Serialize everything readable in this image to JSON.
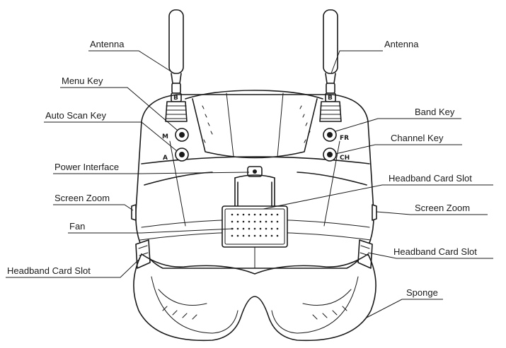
{
  "labels": {
    "antenna_left": "Antenna",
    "antenna_right": "Antenna",
    "menu_key": "Menu Key",
    "auto_scan_key": "Auto Scan Key",
    "power_interface": "Power Interface",
    "screen_zoom_left": "Screen Zoom",
    "fan": "Fan",
    "headband_slot_left": "Headband Card Slot",
    "band_key": "Band Key",
    "channel_key": "Channel Key",
    "headband_slot_top": "Headband Card Slot",
    "screen_zoom_right": "Screen Zoom",
    "headband_slot_right": "Headband Card Slot",
    "sponge": "Sponge"
  },
  "markings": {
    "antenna_tag_left": "B",
    "antenna_tag_right": "B",
    "menu_key_mark": "M",
    "auto_scan_mark": "A",
    "band_key_mark": "FR",
    "channel_key_mark": "CH"
  },
  "colors": {
    "ink": "#1a1a1a",
    "background": "#ffffff"
  }
}
